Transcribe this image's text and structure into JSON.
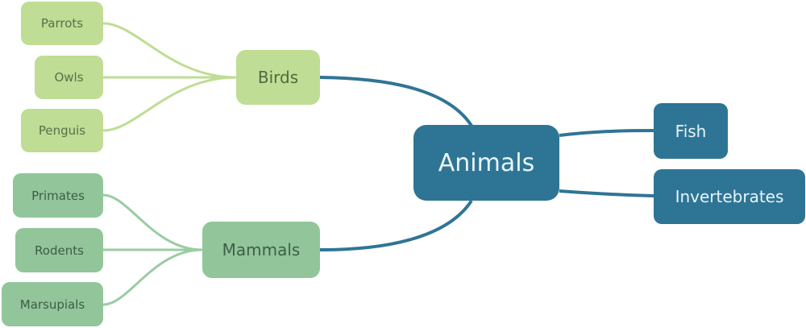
{
  "diagram": {
    "root": {
      "label": "Animals"
    },
    "branches": {
      "birds": {
        "label": "Birds",
        "children": [
          "Parrots",
          "Owls",
          "Penguis"
        ]
      },
      "mammals": {
        "label": "Mammals",
        "children": [
          "Primates",
          "Rodents",
          "Marsupials"
        ]
      },
      "fish": {
        "label": "Fish"
      },
      "invertebrates": {
        "label": "Invertebrates"
      }
    }
  },
  "colors": {
    "root_fill": "#2e7595",
    "root_text": "#eaf4f8",
    "dark_connector": "#2f7596",
    "birds_fill": "#bfdd94",
    "birds_connector": "#bfdd94",
    "mammals_fill": "#92c69a",
    "mammals_connector": "#9bcca2"
  }
}
